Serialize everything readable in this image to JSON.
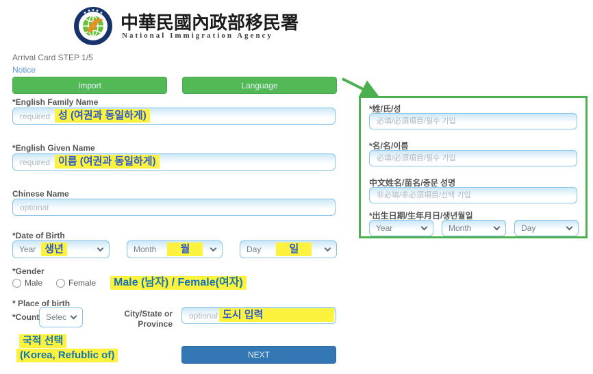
{
  "header": {
    "agency_title": "中華民國內政部移民署",
    "agency_subtitle": "National Immigration Agency",
    "step_text": "Arrival Card STEP 1/5",
    "notice_link": "Notice"
  },
  "toolbar": {
    "import_label": "Import",
    "language_label": "Language"
  },
  "form": {
    "family_name": {
      "label": "*English Family Name",
      "placeholder": "required",
      "annotation": "성 (여권과 동일하게)"
    },
    "given_name": {
      "label": "*English Given Name",
      "placeholder": "required",
      "annotation": "이름 (여권과 동일하게)"
    },
    "chinese_name": {
      "label": "Chinese Name",
      "placeholder": "optional"
    },
    "dob": {
      "label": "*Date of Birth",
      "year": "Year",
      "month": "Month",
      "day": "Day",
      "year_annotation": "생년",
      "month_annotation": "월",
      "day_annotation": "일"
    },
    "gender": {
      "label": "*Gender",
      "male": "Male",
      "female": "Female",
      "annotation": "Male (남자) / Female(여자)"
    },
    "place_of_birth": {
      "label": "* Place of birth",
      "country_label": "*Countr",
      "country_select_value": "Selec",
      "city_label_line1": "City/State or",
      "city_label_line2": "Province",
      "city_placeholder": "optional",
      "city_annotation": "도시 입력",
      "country_annotation_line1": "국적 선택",
      "country_annotation_line2": "(Korea, Refublic of)"
    },
    "next_button": "NEXT"
  },
  "language_panel": {
    "family_name": {
      "label": "*姓/氏/성",
      "placeholder": "必填/必須項目/필수 기입"
    },
    "given_name": {
      "label": "*名/名/이름",
      "placeholder": "必填/必須項目/필수 기입"
    },
    "chinese_name": {
      "label": "中文姓名/苗名/중문 성명",
      "placeholder": "非必填/非必須項目/선택 기입"
    },
    "dob": {
      "label": "*出生日期/生年月日/생년월일",
      "year": "Year",
      "month": "Month",
      "day": "Day"
    }
  },
  "colors": {
    "button_green": "#53b957",
    "panel_border_green": "#4caf50",
    "next_blue": "#3378b5",
    "highlight_yellow": "#fdf23d",
    "annotation_blue": "#2a58d0",
    "annotation_teal_blue": "#1273b5",
    "link_blue": "#5b9bd5",
    "input_border_blue": "#85c3e9"
  }
}
